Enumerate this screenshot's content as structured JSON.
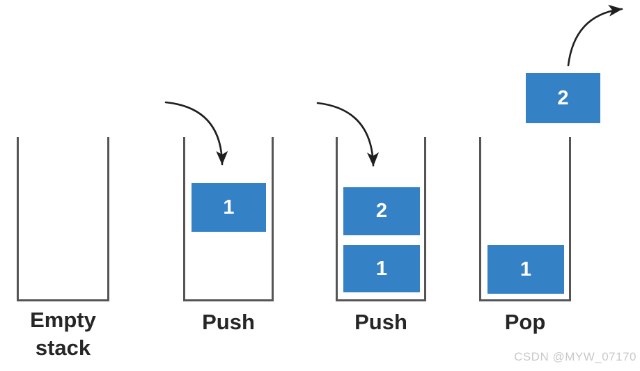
{
  "page": {
    "watermark": "CSDN @MYW_07170"
  },
  "diagram": {
    "type": "stack-operations",
    "description": "Stack push and pop operation sequence",
    "stages": [
      {
        "label": "Empty stack",
        "items": []
      },
      {
        "label": "Push",
        "items": [
          "1"
        ]
      },
      {
        "label": "Push",
        "items": [
          "2",
          "1"
        ]
      },
      {
        "label": "Pop",
        "items": [
          "1"
        ],
        "popped": "2"
      }
    ],
    "colors": {
      "item_fill": "#3581c5",
      "item_text": "#ffffff",
      "container_stroke": "#555555",
      "label_text": "#262626",
      "arrow": "#1f1f1f",
      "watermark": "#c9c9c9"
    }
  }
}
